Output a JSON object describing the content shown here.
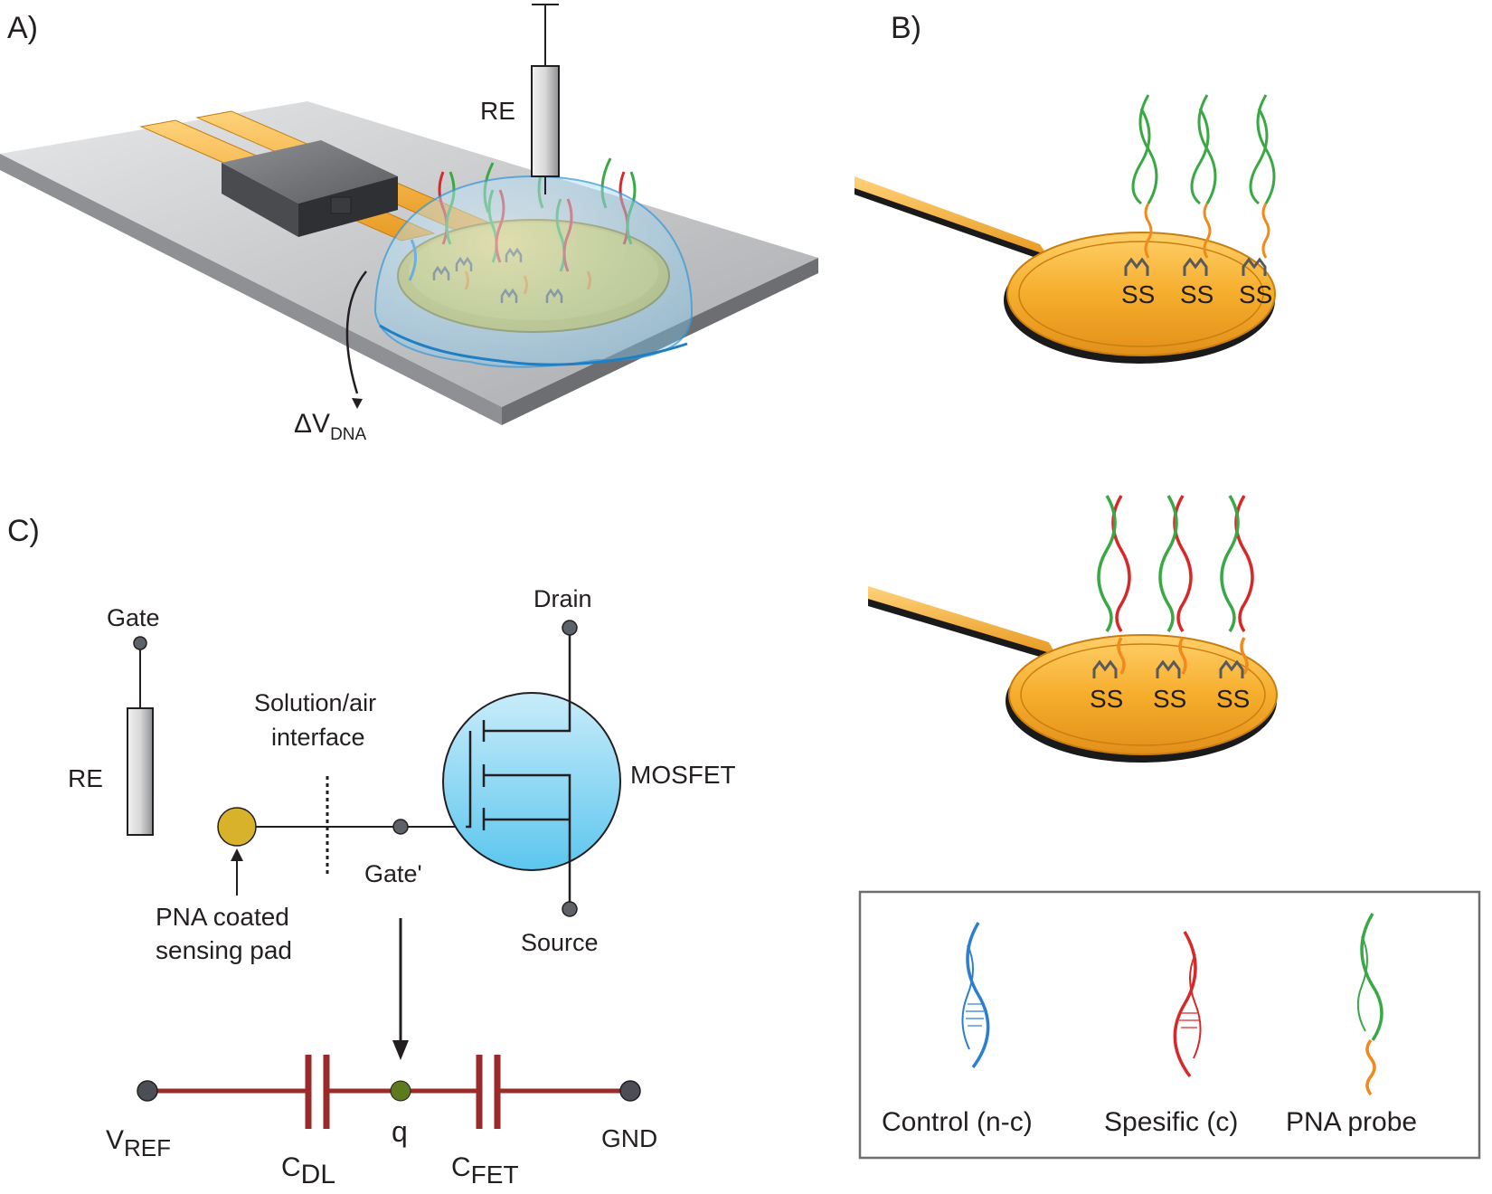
{
  "panels": {
    "a": {
      "label": "A)",
      "re_label": "RE",
      "dv_main": "ΔV",
      "dv_sub": "DNA"
    },
    "b": {
      "label": "B)",
      "ss_label": "SS"
    },
    "c": {
      "label": "C)",
      "gate": "Gate",
      "re": "RE",
      "interface_line1": "Solution/air",
      "interface_line2": "interface",
      "drain": "Drain",
      "mosfet": "MOSFET",
      "gate_prime": "Gate'",
      "source": "Source",
      "pad_line1": "PNA coated",
      "pad_line2": "sensing pad",
      "vref_main": "V",
      "vref_sub": "REF",
      "cdl_main": "C",
      "cdl_sub": "DL",
      "q": "q",
      "cfet_main": "C",
      "cfet_sub": "FET",
      "gnd": "GND"
    }
  },
  "legend": {
    "items": [
      {
        "label": "Control (n-c)",
        "icon": "blue-dna-strand-icon"
      },
      {
        "label": "Spesific (c)",
        "icon": "red-dna-strand-icon"
      },
      {
        "label": "PNA probe",
        "icon": "pna-probe-strand-icon"
      }
    ]
  },
  "colors": {
    "gold": "#f5a623",
    "substrate": "#bdbfc2",
    "mosfet_fill": "#8fd3f0",
    "capacitor": "#9b2a2a",
    "node_q": "#5e7a1e",
    "pad_fill": "#d4a82a",
    "green_strand": "#3aa845",
    "red_strand": "#d62a2a",
    "blue_strand": "#2b7fd0",
    "orange_strand": "#f08a1e"
  }
}
